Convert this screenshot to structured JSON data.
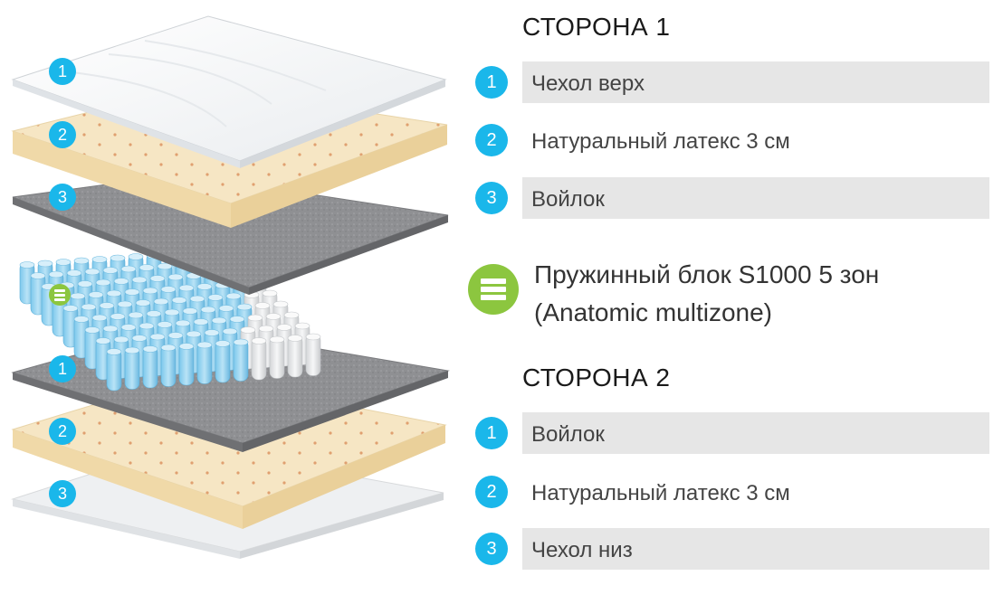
{
  "side1": {
    "title": "СТОРОНА 1",
    "items": [
      {
        "num": "1",
        "label": "Чехол верх",
        "shaded": true
      },
      {
        "num": "2",
        "label": "Натуральный латекс 3 см",
        "shaded": false
      },
      {
        "num": "3",
        "label": "Войлок",
        "shaded": true
      }
    ]
  },
  "spring": {
    "line1": "Пружинный блок S1000 5 зон",
    "line2": "(Anatomic multizone)",
    "icon": "spring-block-icon"
  },
  "side2": {
    "title": "СТОРОНА 2",
    "items": [
      {
        "num": "1",
        "label": "Войлок",
        "shaded": true
      },
      {
        "num": "2",
        "label": "Натуральный латекс 3 см",
        "shaded": false
      },
      {
        "num": "3",
        "label": "Чехол низ",
        "shaded": true
      }
    ]
  },
  "illustration": {
    "badges_side1": [
      "1",
      "2",
      "3"
    ],
    "badges_side2": [
      "1",
      "2",
      "3"
    ]
  },
  "colors": {
    "badge_blue": "#1ab7ea",
    "badge_green": "#8cc63f",
    "row_shade": "#e6e6e6"
  }
}
